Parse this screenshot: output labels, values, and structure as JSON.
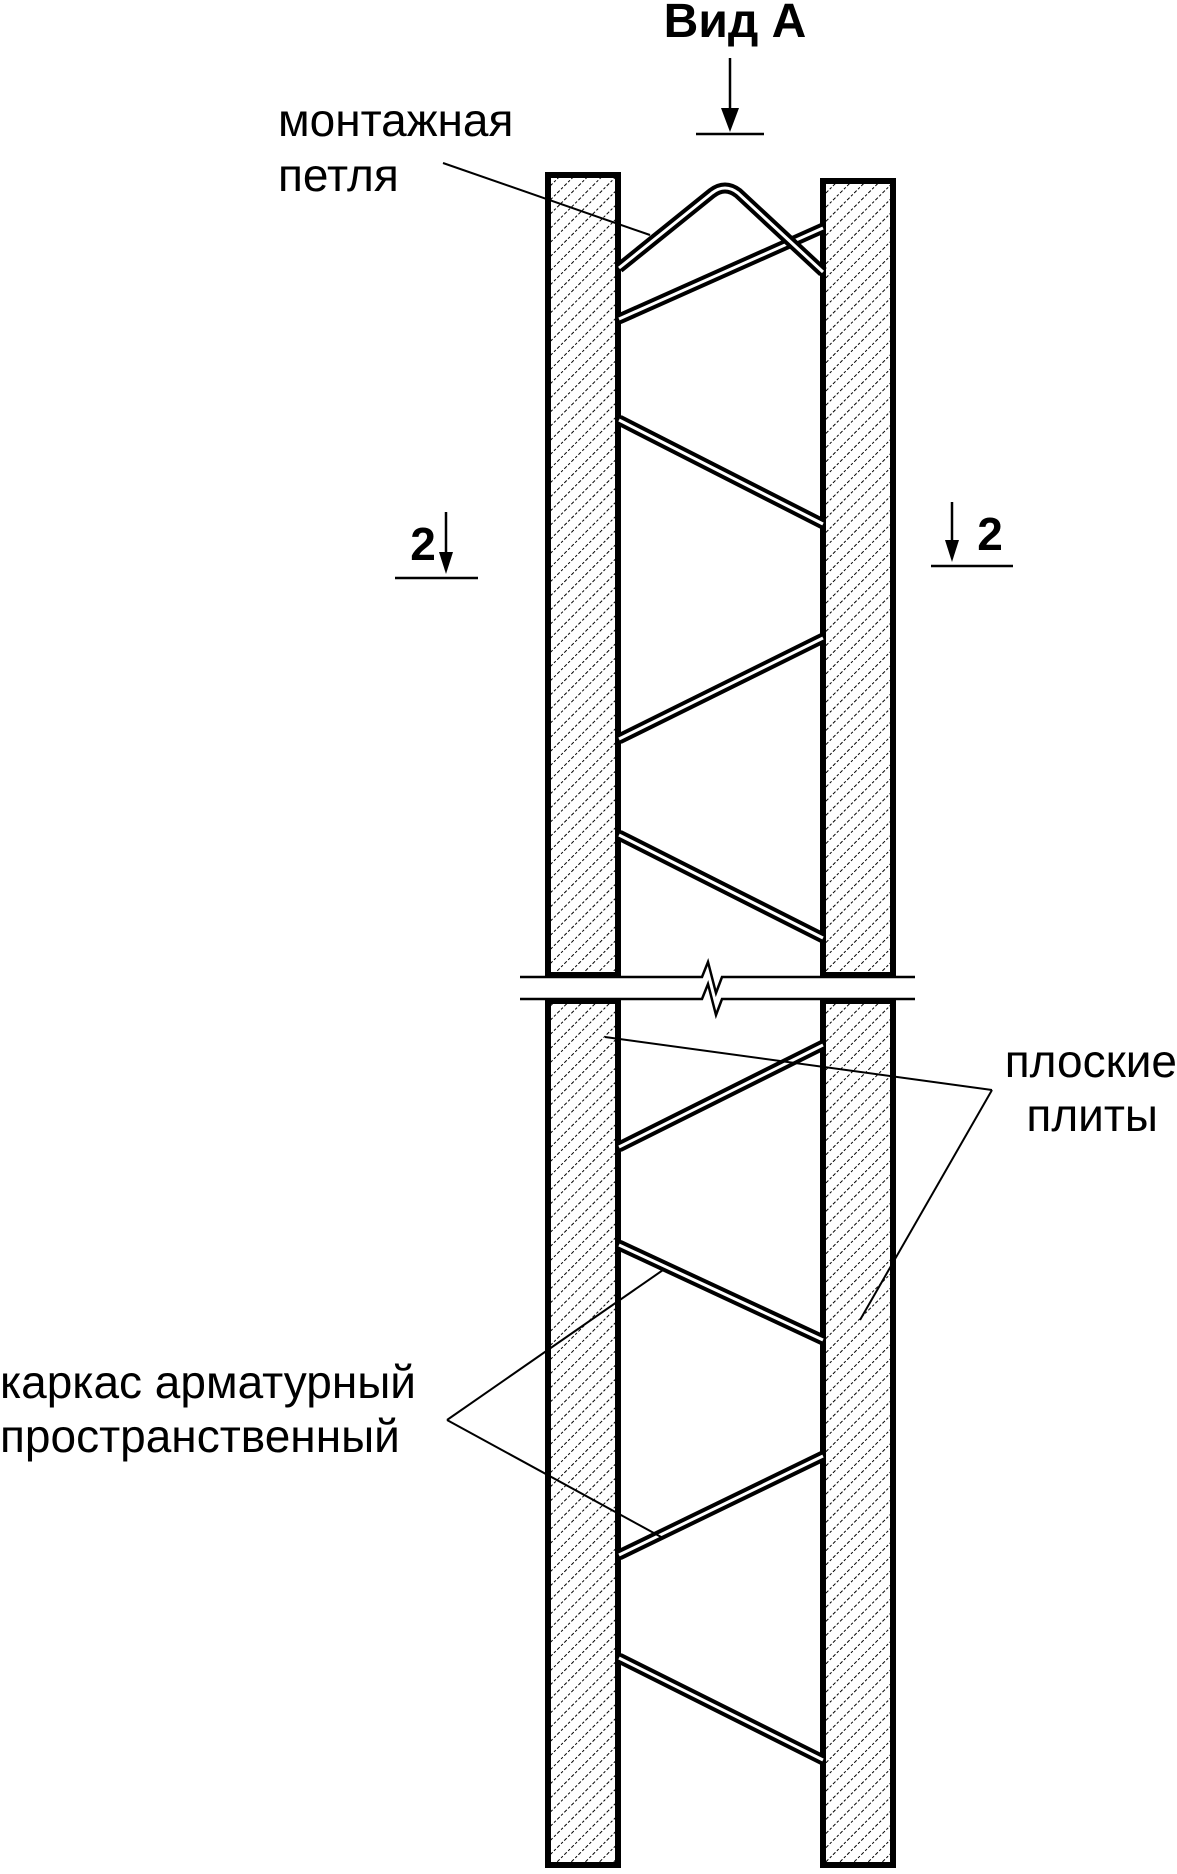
{
  "view_label": "Вид А",
  "section_left": "2",
  "section_right": "2",
  "labels": {
    "mounting_loop_line1": "монтажная",
    "mounting_loop_line2": "петля",
    "flat_plates_line1": "плоские",
    "flat_plates_line2": "плиты",
    "frame_line1": "каркас арматурный",
    "frame_line2": "пространственный"
  },
  "colors": {
    "ink": "#000000",
    "paper": "#ffffff",
    "hatch": "#000000"
  }
}
